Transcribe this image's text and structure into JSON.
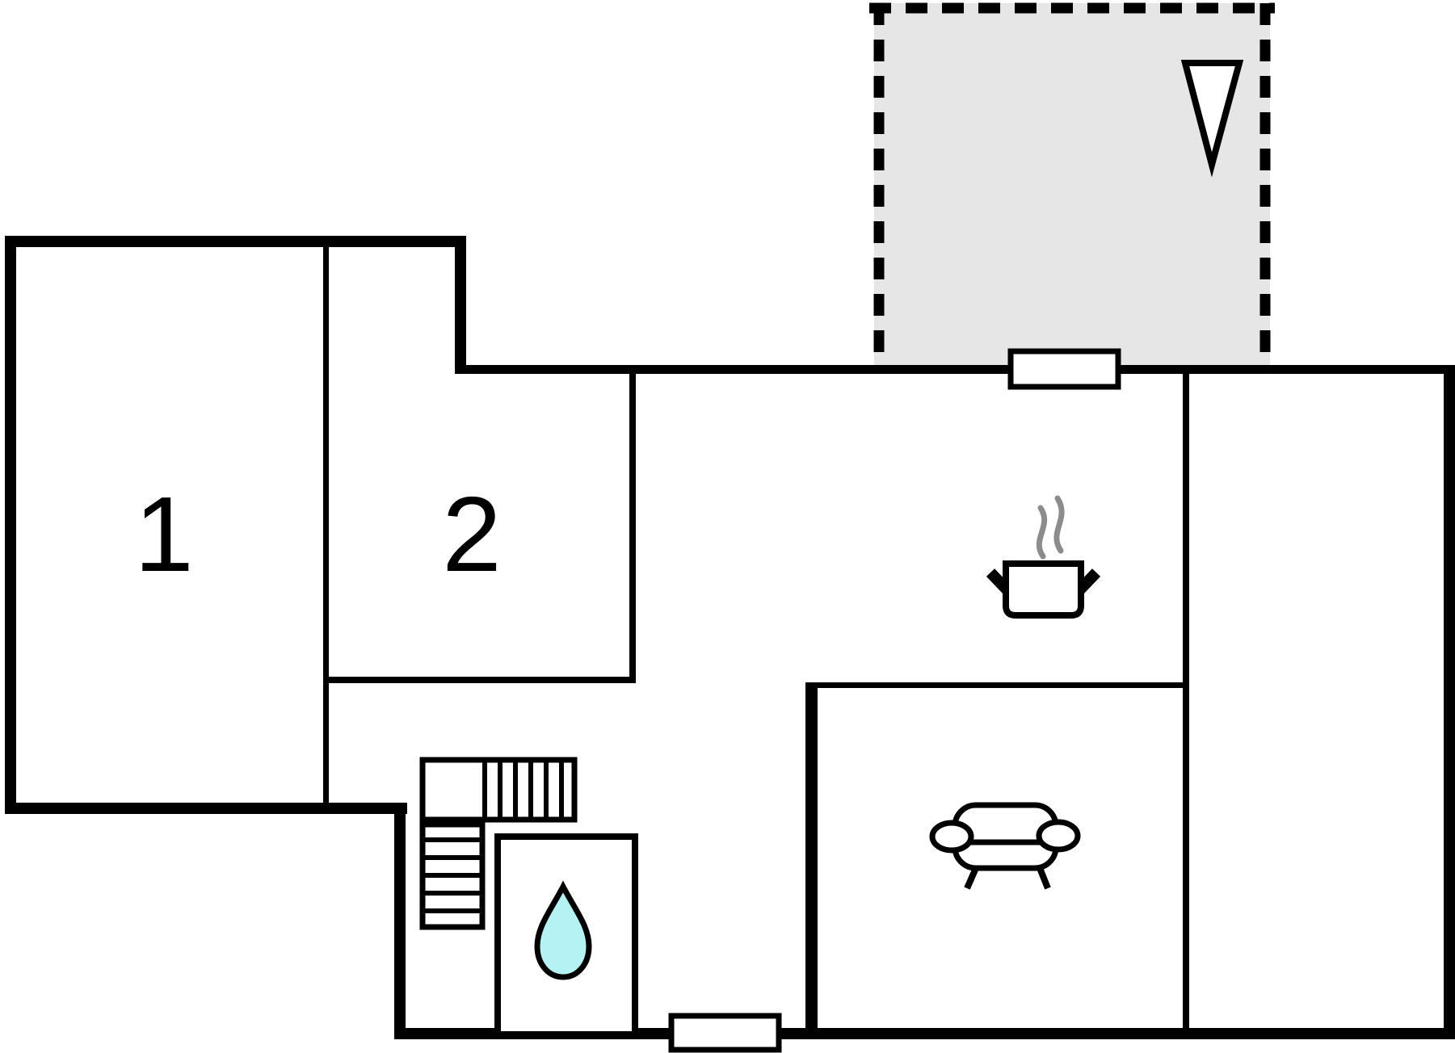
{
  "plan": {
    "kind": "floor-plan",
    "rooms": [
      {
        "label": "1"
      },
      {
        "label": "2"
      }
    ]
  },
  "icons": {
    "north_arrow": "north-arrow-icon",
    "stove": "stove-pot-icon",
    "steam": "steam-icon",
    "sofa": "sofa-icon",
    "water_drop": "water-drop-icon",
    "stairs": "stairs-icon",
    "terrace_door": "door-opening",
    "entrance_door": "door-opening"
  },
  "colors": {
    "wall": "#000000",
    "background": "#ffffff",
    "terrace": "#e6e6e6",
    "water": "#b5f2f4",
    "steam": "#8c8c8c",
    "white": "#ffffff"
  }
}
